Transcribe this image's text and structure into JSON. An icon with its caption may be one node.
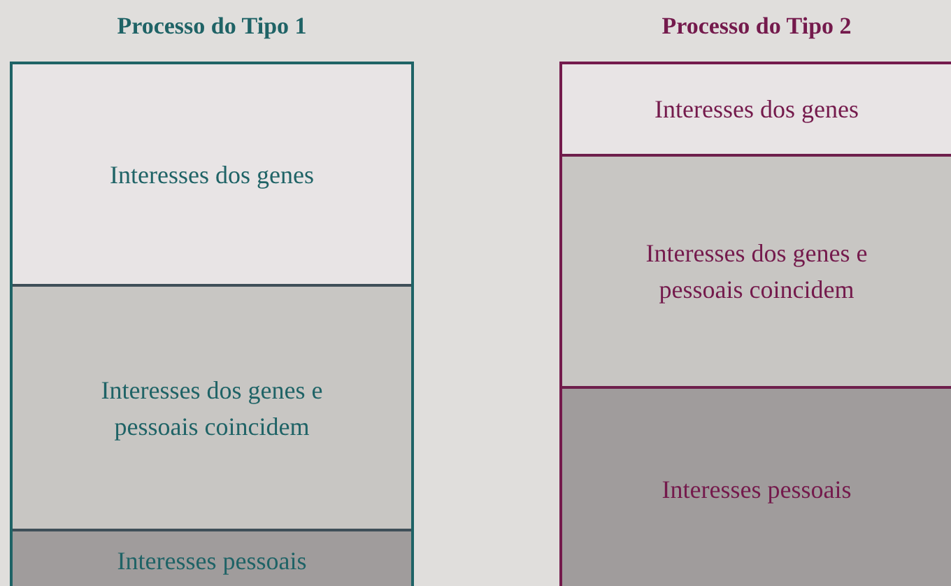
{
  "diagram": {
    "nodes": [
      {
        "text": [
          "Processo do Tipo 1"
        ]
      },
      {
        "text": [
          "Interesses dos genes"
        ],
        "in": 0
      },
      {
        "text": [
          "Interesses dos genes e pessoais coincidem"
        ],
        "in": 0
      },
      {
        "text": [
          "Interesses pessoais"
        ],
        "in": 0
      },
      {
        "text": [
          "Processo do Tipo 2"
        ]
      },
      {
        "text": [
          "Interesses dos genes"
        ],
        "in": 4
      },
      {
        "text": [
          "Interesses dos genes e pessoais coincidem"
        ],
        "in": 4
      },
      {
        "text": [
          "Interesses pessoais"
        ],
        "in": 4
      }
    ]
  }
}
